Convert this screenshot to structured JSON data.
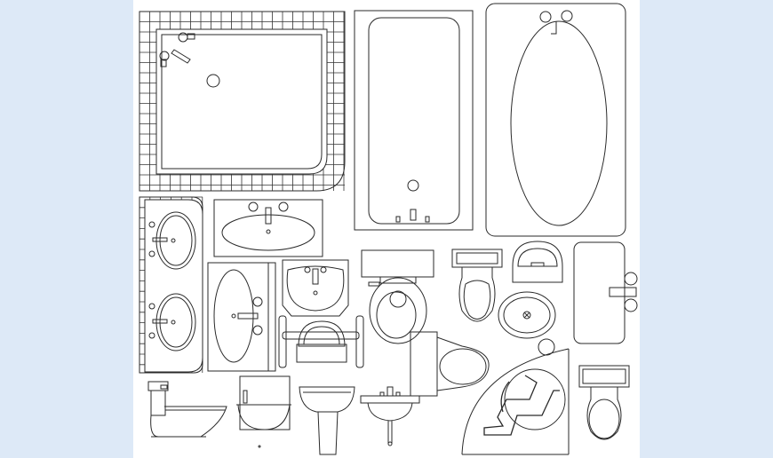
{
  "colors": {
    "viewer_background": "#dde9f7",
    "sheet_background": "#ffffff",
    "line": "#2a2a2a"
  },
  "symbols": [
    "corner-shower-tub",
    "rectangular-bathtub",
    "oval-bathtub",
    "double-vanity",
    "vanity-basin-top",
    "vanity-basin-side",
    "corner-wash-basin",
    "grab-bar-basin",
    "toilet-with-tank",
    "toilet-small",
    "corner-basin",
    "round-floor-drain-basin",
    "wall-sink-plan",
    "wall-urinal",
    "accessible-toilet-clearance",
    "accessible-toilet",
    "toilet-elevation",
    "bidet-elevation",
    "pedestal-sink-elevation",
    "wall-basin-elevation"
  ]
}
